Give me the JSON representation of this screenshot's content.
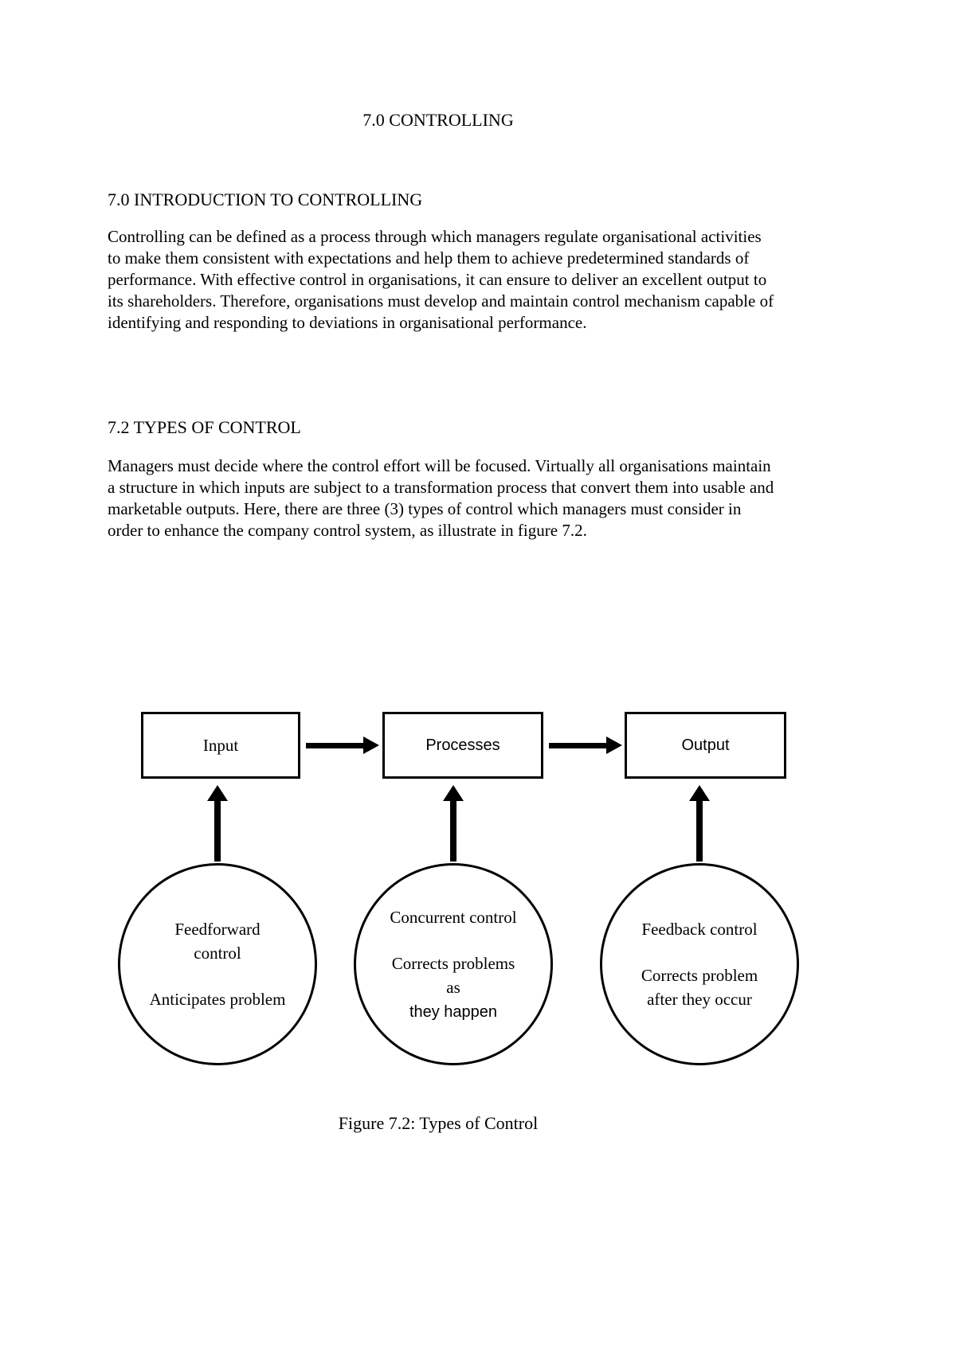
{
  "page": {
    "title": "7.0 CONTROLLING"
  },
  "sections": {
    "intro": {
      "heading": "7.0 INTRODUCTION TO CONTROLLING",
      "body": "Controlling can be defined as a process through which managers regulate organisational activities to make them consistent with expectations and help them to achieve predetermined standards of performance. With effective control in organisations, it can ensure to deliver an excellent output to its shareholders. Therefore, organisations must develop and maintain control mechanism capable of identifying and responding to deviations in organisational performance."
    },
    "types": {
      "heading": "7.2 TYPES OF CONTROL",
      "body": "Managers must decide where the control effort will be focused. Virtually all organisations maintain a structure in which inputs are subject to a transformation process that convert them into usable and marketable outputs. Here, there are three (3) types of control which managers must consider in order to enhance the company control system, as illustrate in figure 7.2."
    }
  },
  "diagram": {
    "boxes": [
      {
        "label": "Input"
      },
      {
        "label": "Processes"
      },
      {
        "label": "Output"
      }
    ],
    "circles": [
      {
        "name": "Feedforward control",
        "desc": "Anticipates problem",
        "desc2": ""
      },
      {
        "name": "Concurrent control",
        "desc": "Corrects problems as",
        "desc2": "they happen"
      },
      {
        "name": "Feedback control",
        "desc": "Corrects problem after they occur",
        "desc2": ""
      }
    ],
    "caption": "Figure 7.2: Types of Control"
  }
}
